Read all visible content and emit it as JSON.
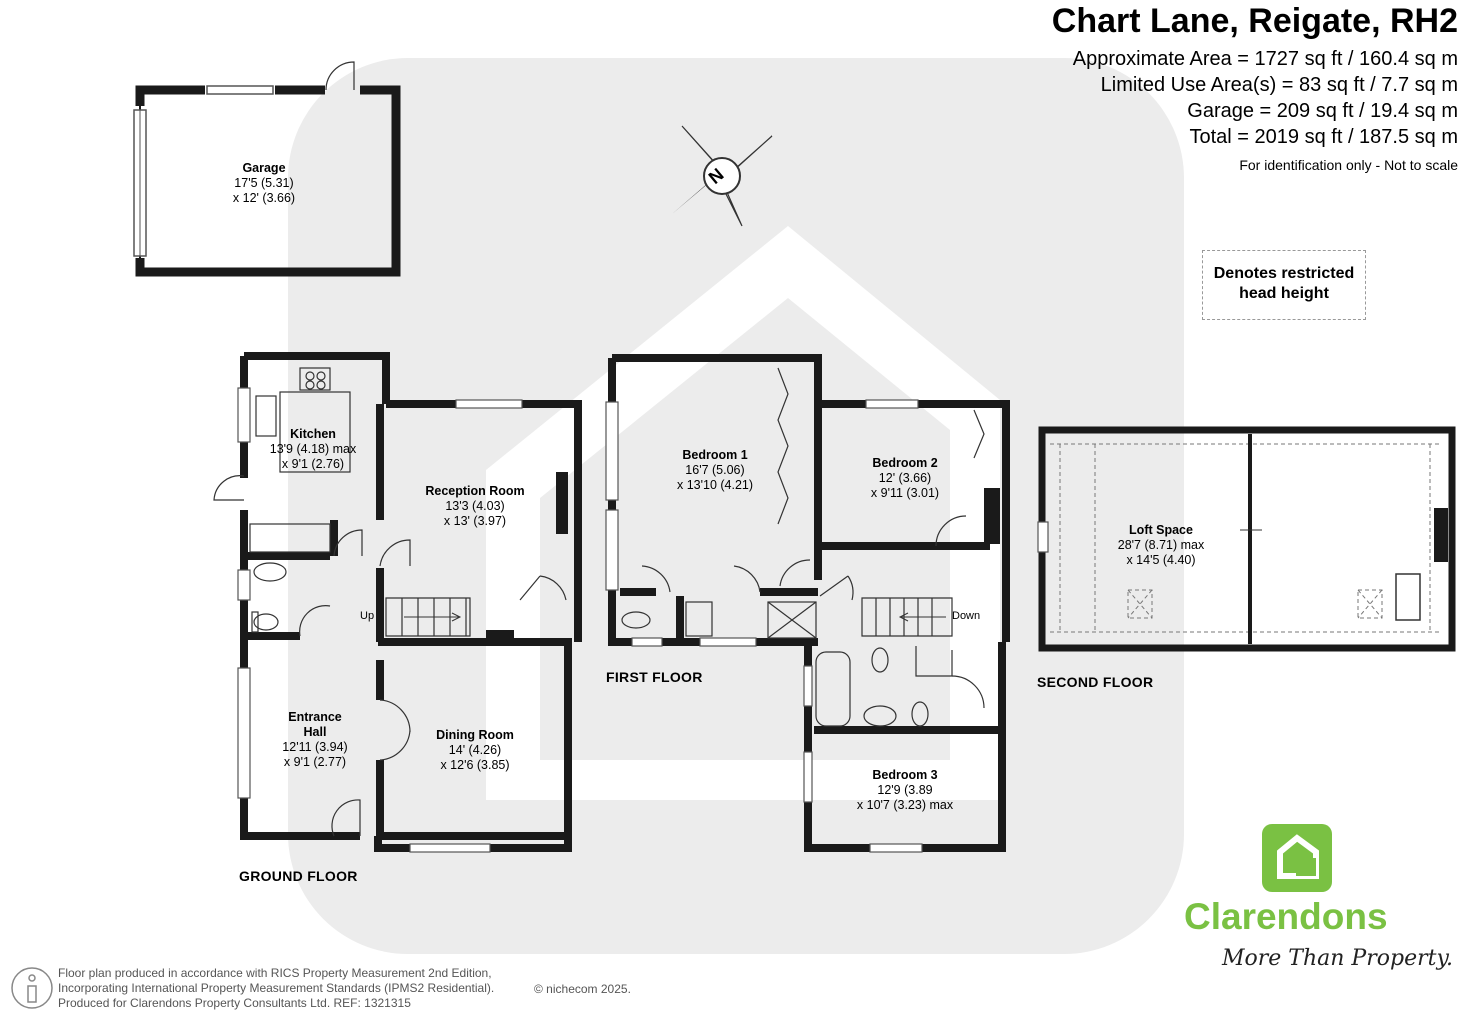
{
  "header": {
    "title": "Chart Lane, Reigate, RH2",
    "area_lines": [
      "Approximate Area = 1727 sq ft / 160.4 sq m",
      "Limited Use Area(s) = 83 sq ft / 7.7 sq m",
      "Garage = 209 sq ft / 19.4 sq m",
      "Total = 2019 sq ft / 187.5 sq m"
    ],
    "note": "For identification only - Not to scale"
  },
  "compass": {
    "label": "N"
  },
  "legend": {
    "text_line1": "Denotes restricted",
    "text_line2": "head height"
  },
  "rooms": {
    "garage": {
      "name": "Garage",
      "dim1": "17'5 (5.31)",
      "dim2": "x 12' (3.66)"
    },
    "kitchen": {
      "name": "Kitchen",
      "dim1": "13'9 (4.18) max",
      "dim2": "x 9'1 (2.76)"
    },
    "reception": {
      "name": "Reception Room",
      "dim1": "13'3 (4.03)",
      "dim2": "x 13' (3.97)"
    },
    "hall": {
      "name1": "Entrance",
      "name2": "Hall",
      "dim1": "12'11 (3.94)",
      "dim2": "x 9'1 (2.77)"
    },
    "dining": {
      "name": "Dining Room",
      "dim1": "14' (4.26)",
      "dim2": "x 12'6 (3.85)"
    },
    "bedroom1": {
      "name": "Bedroom 1",
      "dim1": "16'7 (5.06)",
      "dim2": "x 13'10 (4.21)"
    },
    "bedroom2": {
      "name": "Bedroom 2",
      "dim1": "12' (3.66)",
      "dim2": "x 9'11 (3.01)"
    },
    "bedroom3": {
      "name": "Bedroom 3",
      "dim1": "12'9 (3.89",
      "dim2": "x 10'7 (3.23) max"
    },
    "loft": {
      "name": "Loft Space",
      "dim1": "28'7 (8.71) max",
      "dim2": "x 14'5 (4.40)"
    }
  },
  "stairs": {
    "up": "Up",
    "down": "Down"
  },
  "floors": {
    "ground": "GROUND FLOOR",
    "first": "FIRST FLOOR",
    "second": "SECOND FLOOR"
  },
  "footer": {
    "line1": "Floor plan produced in accordance with RICS Property Measurement 2nd Edition,",
    "line2": "Incorporating International Property Measurement Standards (IPMS2 Residential).",
    "line3": "Produced for Clarendons Property Consultants Ltd.   REF: 1321315",
    "copyright": "© nichecom 2025."
  },
  "brand": {
    "name": "Clarendons",
    "tagline": "More Than Property.",
    "color": "#7ac143"
  },
  "colors": {
    "wall": "#1a1a1a",
    "watermark": "#ebebeb"
  }
}
